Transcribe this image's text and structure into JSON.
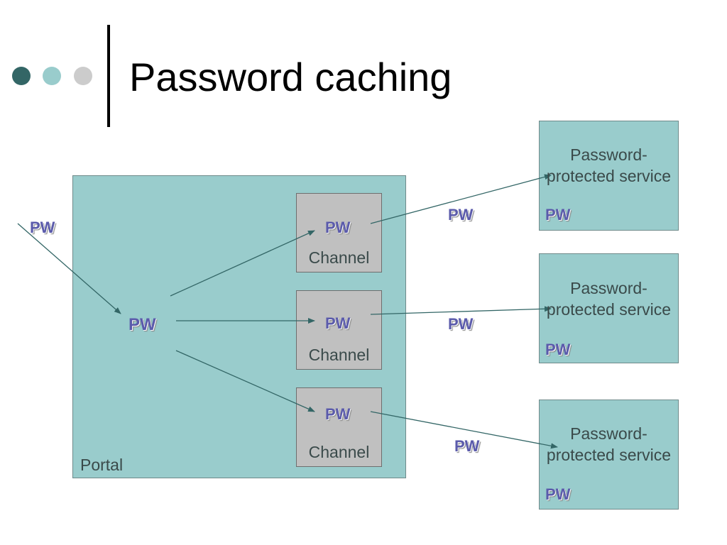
{
  "slide": {
    "title": "Password caching"
  },
  "colors": {
    "dot_dark": "#336666",
    "dot_mid": "#99cccc",
    "dot_light": "#cccccc",
    "teal_fill": "#99cccc",
    "channel_fill": "#c0c0c0",
    "arrow": "#336666",
    "pw_text": "#5b5bab"
  },
  "diagram": {
    "portal": {
      "label": "Portal",
      "pw": "PW"
    },
    "incoming": {
      "pw": "PW"
    },
    "channels": [
      {
        "label": "Channel",
        "pw": "PW"
      },
      {
        "label": "Channel",
        "pw": "PW"
      },
      {
        "label": "Channel",
        "pw": "PW"
      }
    ],
    "links": [
      {
        "pw": "PW"
      },
      {
        "pw": "PW"
      },
      {
        "pw": "PW"
      }
    ],
    "services": [
      {
        "label": "Password-protected service",
        "pw": "PW"
      },
      {
        "label": "Password-protected service",
        "pw": "PW"
      },
      {
        "label": "Password-protected service",
        "pw": "PW"
      }
    ]
  }
}
